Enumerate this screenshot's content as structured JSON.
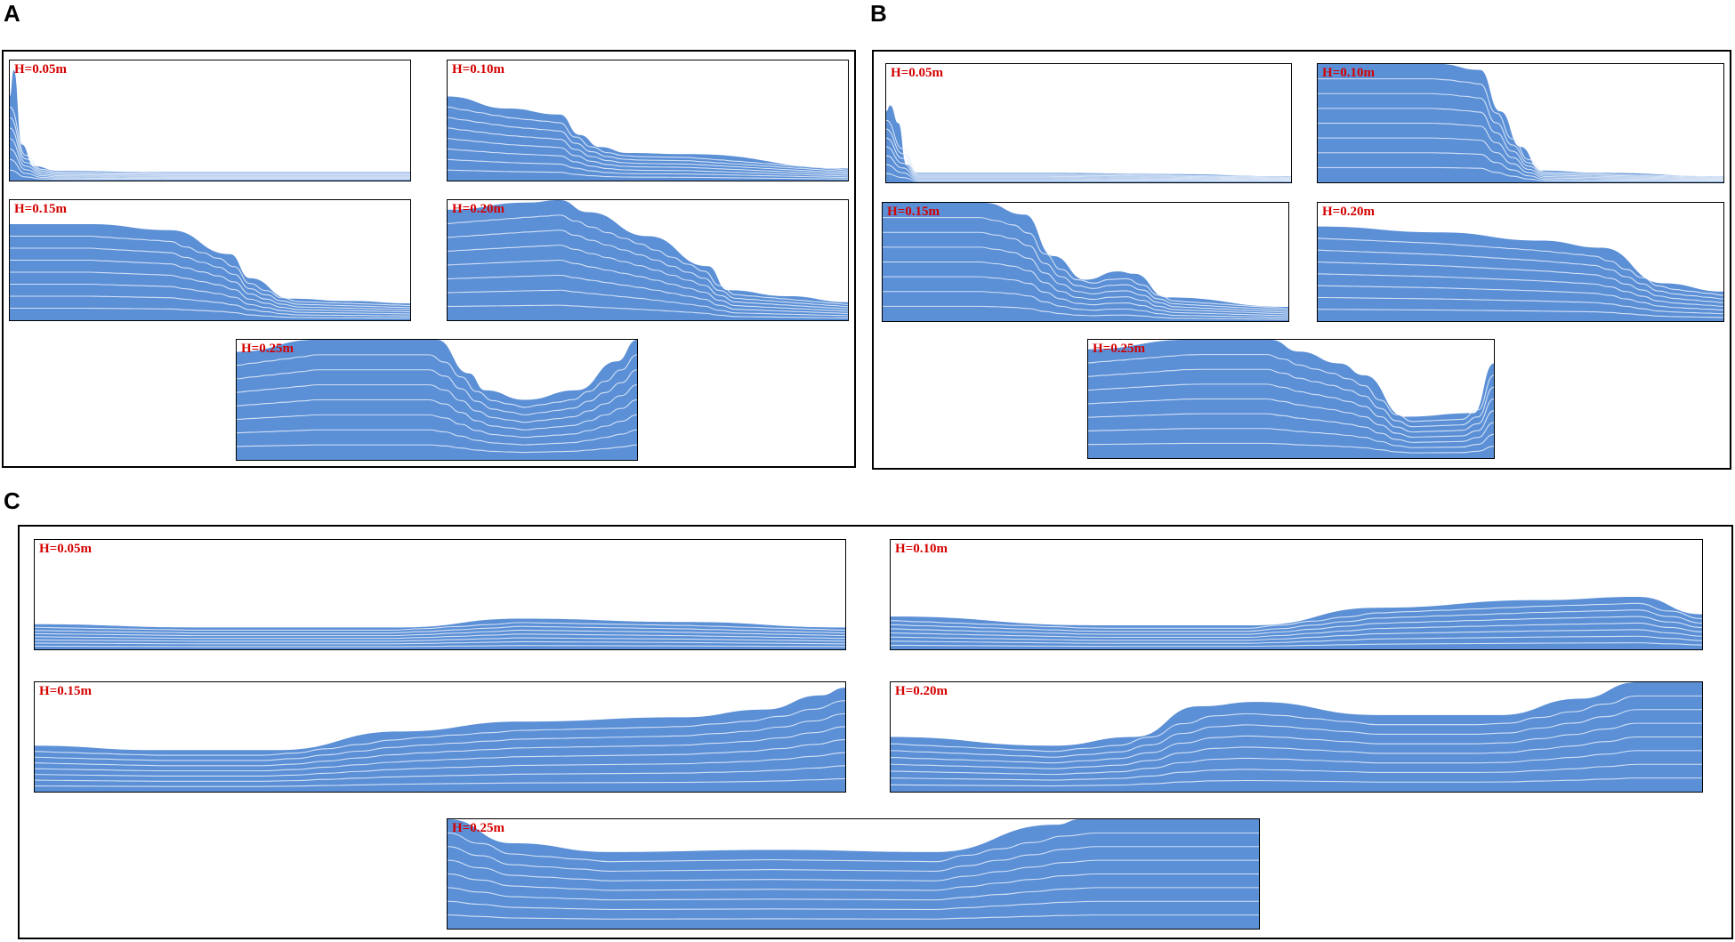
{
  "figure": {
    "panels": [
      {
        "letter": "A",
        "subplots": [
          {
            "label": "H=0.05m",
            "surface": [
              [
                0,
                30
              ],
              [
                1,
                8
              ],
              [
                3,
                70
              ],
              [
                6,
                88
              ],
              [
                12,
                92
              ],
              [
                40,
                93
              ],
              [
                70,
                93
              ],
              [
                100,
                93
              ]
            ]
          },
          {
            "label": "H=0.10m",
            "surface": [
              [
                0,
                30
              ],
              [
                15,
                40
              ],
              [
                28,
                45
              ],
              [
                33,
                62
              ],
              [
                38,
                72
              ],
              [
                45,
                77
              ],
              [
                60,
                78
              ],
              [
                100,
                90
              ]
            ]
          },
          {
            "label": "H=0.15m",
            "surface": [
              [
                0,
                20
              ],
              [
                20,
                20
              ],
              [
                40,
                25
              ],
              [
                55,
                45
              ],
              [
                60,
                65
              ],
              [
                70,
                82
              ],
              [
                85,
                84
              ],
              [
                100,
                86
              ]
            ]
          },
          {
            "label": "H=0.20m",
            "surface": [
              [
                0,
                8
              ],
              [
                20,
                2
              ],
              [
                28,
                0
              ],
              [
                35,
                10
              ],
              [
                50,
                30
              ],
              [
                65,
                55
              ],
              [
                70,
                75
              ],
              [
                85,
                80
              ],
              [
                100,
                85
              ]
            ]
          },
          {
            "label": "H=0.25m",
            "surface": [
              [
                0,
                10
              ],
              [
                20,
                0
              ],
              [
                50,
                0
              ],
              [
                58,
                28
              ],
              [
                62,
                42
              ],
              [
                72,
                50
              ],
              [
                85,
                42
              ],
              [
                95,
                18
              ],
              [
                100,
                0
              ]
            ]
          }
        ]
      },
      {
        "letter": "B",
        "subplots": [
          {
            "label": "H=0.05m",
            "surface": [
              [
                0,
                40
              ],
              [
                1,
                35
              ],
              [
                3,
                50
              ],
              [
                5,
                85
              ],
              [
                8,
                92
              ],
              [
                40,
                92
              ],
              [
                70,
                93
              ],
              [
                100,
                95
              ]
            ]
          },
          {
            "label": "H=0.10m",
            "surface": [
              [
                0,
                0
              ],
              [
                30,
                0
              ],
              [
                40,
                5
              ],
              [
                45,
                40
              ],
              [
                50,
                70
              ],
              [
                55,
                90
              ],
              [
                70,
                92
              ],
              [
                100,
                95
              ]
            ]
          },
          {
            "label": "H=0.15m",
            "surface": [
              [
                0,
                0
              ],
              [
                25,
                0
              ],
              [
                35,
                10
              ],
              [
                42,
                45
              ],
              [
                50,
                65
              ],
              [
                58,
                58
              ],
              [
                62,
                60
              ],
              [
                70,
                80
              ],
              [
                100,
                88
              ]
            ]
          },
          {
            "label": "H=0.20m",
            "surface": [
              [
                0,
                20
              ],
              [
                30,
                25
              ],
              [
                55,
                32
              ],
              [
                70,
                38
              ],
              [
                85,
                68
              ],
              [
                100,
                75
              ]
            ]
          },
          {
            "label": "H=0.25m",
            "surface": [
              [
                0,
                8
              ],
              [
                25,
                0
              ],
              [
                45,
                0
              ],
              [
                52,
                10
              ],
              [
                62,
                20
              ],
              [
                68,
                30
              ],
              [
                78,
                65
              ],
              [
                95,
                62
              ],
              [
                100,
                20
              ]
            ]
          }
        ]
      },
      {
        "letter": "C",
        "subplots": [
          {
            "label": "H=0.05m",
            "surface": [
              [
                0,
                77
              ],
              [
                20,
                80
              ],
              [
                45,
                80
              ],
              [
                60,
                72
              ],
              [
                80,
                75
              ],
              [
                100,
                80
              ]
            ]
          },
          {
            "label": "H=0.10m",
            "surface": [
              [
                0,
                70
              ],
              [
                25,
                78
              ],
              [
                45,
                78
              ],
              [
                60,
                62
              ],
              [
                80,
                55
              ],
              [
                92,
                52
              ],
              [
                100,
                68
              ]
            ]
          },
          {
            "label": "H=0.15m",
            "surface": [
              [
                0,
                58
              ],
              [
                15,
                62
              ],
              [
                30,
                62
              ],
              [
                45,
                45
              ],
              [
                60,
                36
              ],
              [
                80,
                32
              ],
              [
                90,
                25
              ],
              [
                97,
                12
              ],
              [
                100,
                5
              ]
            ]
          },
          {
            "label": "H=0.20m",
            "surface": [
              [
                0,
                50
              ],
              [
                20,
                58
              ],
              [
                30,
                50
              ],
              [
                38,
                22
              ],
              [
                45,
                18
              ],
              [
                60,
                30
              ],
              [
                75,
                30
              ],
              [
                85,
                15
              ],
              [
                92,
                0
              ],
              [
                100,
                0
              ]
            ]
          },
          {
            "label": "H=0.25m",
            "surface": [
              [
                0,
                0
              ],
              [
                8,
                22
              ],
              [
                20,
                30
              ],
              [
                40,
                28
              ],
              [
                60,
                30
              ],
              [
                75,
                5
              ],
              [
                78,
                0
              ],
              [
                100,
                0
              ]
            ]
          }
        ]
      }
    ]
  },
  "colors": {
    "water": "#5b8fd6",
    "streamline": "#e8f0fa",
    "label": "#d40000"
  }
}
